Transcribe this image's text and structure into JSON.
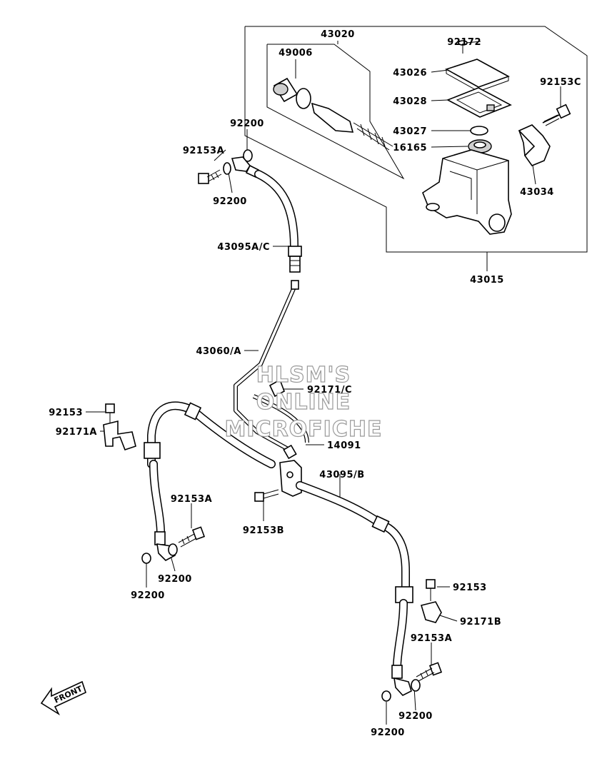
{
  "labels": {
    "p43020": "43020",
    "p92172": "92172",
    "p49006": "49006",
    "p43026": "43026",
    "p92153C": "92153C",
    "p43028": "43028",
    "p92200_top": "92200",
    "p43027": "43027",
    "p92153A_top": "92153A",
    "p16165": "16165",
    "p43034": "43034",
    "p92200_top2": "92200",
    "p43095AC": "43095A/C",
    "p43015": "43015",
    "p43060A": "43060/A",
    "p92171C": "92171/C",
    "p92153_left": "92153",
    "p92171A": "92171A",
    "p14091": "14091",
    "p43095B": "43095/B",
    "p92153A_left": "92153A",
    "p92153B": "92153B",
    "p92200_left1": "92200",
    "p92200_left2": "92200",
    "p92153_right": "92153",
    "p92171B": "92171B",
    "p92153A_right": "92153A",
    "p92200_right1": "92200",
    "p92200_right2": "92200"
  },
  "watermark": {
    "line1": "HLSM'S",
    "line2": "ONLINE",
    "line3": "MICROFICHE"
  },
  "front_arrow": {
    "text": "FRONT"
  }
}
